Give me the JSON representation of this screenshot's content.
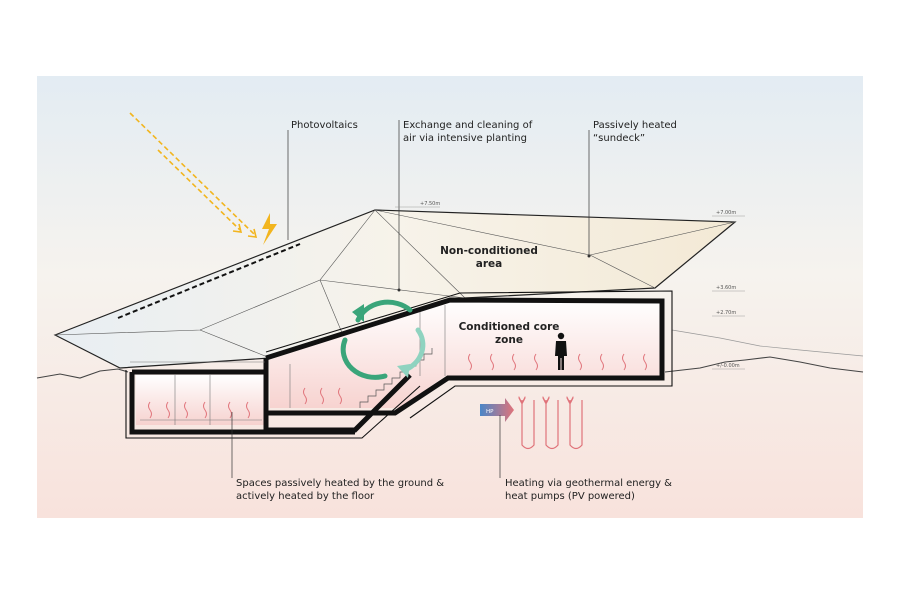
{
  "annotations": {
    "photovoltaics": "Photovoltaics",
    "air_exchange_line1": "Exchange and cleaning of",
    "air_exchange_line2": "air via intensive planting",
    "sundeck_line1": "Passively heated",
    "sundeck_line2": "“sundeck”",
    "non_conditioned_line1": "Non-conditioned",
    "non_conditioned_line2": "area",
    "core_line1": "Conditioned core",
    "core_line2": "zone",
    "ground_line1": "Spaces passively heated by the ground &",
    "ground_line2": "actively heated by the floor",
    "geothermal_line1": "Heating via geothermal energy &",
    "geothermal_line2": "heat pumps (PV powered)",
    "heat_pump_tag": "HP"
  },
  "levels": {
    "roof_peak": "+7.50m",
    "roof_right": "+7.00m",
    "upper_deck": "+3.60m",
    "core_roof": "+2.70m",
    "ground": "+/-0.00m"
  },
  "colors": {
    "sky": "#e3ecf3",
    "warm": "#f8e2dc",
    "sun_ray": "#f2b51e",
    "bolt": "#f2b51e",
    "air_arrow": "#3aa57a",
    "heat": "#e0737a",
    "structure": "#111111"
  },
  "icons": {
    "sun_rays": "sun-rays-icon",
    "bolt": "lightning-bolt-icon",
    "air_cycle": "air-circulation-arrows-icon",
    "person": "person-silhouette-icon",
    "heat_pump": "heat-pump-arrow-icon",
    "geothermal_loops": "geothermal-loops-icon"
  }
}
